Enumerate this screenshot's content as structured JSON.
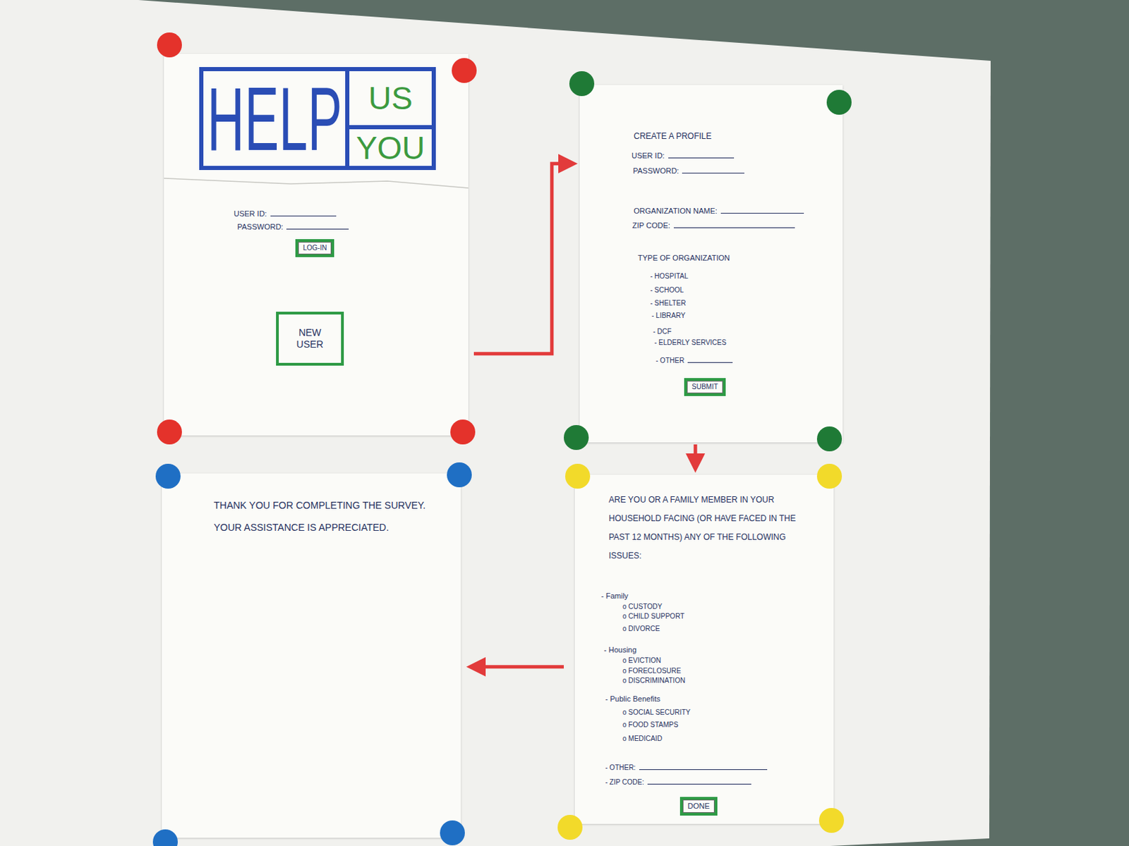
{
  "diagram": {
    "nodes": [
      {
        "text": [
          "USER ID:",
          "PASSWORD:"
        ]
      },
      {
        "text": [
          "HELP",
          "US",
          "YOU"
        ],
        "in": 0
      },
      {
        "text": [
          "LOG-IN"
        ],
        "in": 0
      },
      {
        "text": [
          "NEW USER"
        ],
        "in": 0
      },
      {
        "text": [
          "CREATE A PROFILE",
          "USER ID:",
          "PASSWORD:",
          "ORGANIZATION NAME:",
          "ZIP CODE:",
          "TYPE OF ORGANIZATION",
          "- HOSPITAL",
          "- SCHOOL",
          "- SHELTER",
          "- LIBRARY",
          "- DCF",
          "- ELDERLY SERVICES",
          "- OTHER"
        ]
      },
      {
        "text": [
          "SUBMIT"
        ],
        "in": 4
      },
      {
        "text": [
          "ARE YOU OR A FAMILY MEMBER IN YOUR HOUSEHOLD FACING (OR HAVE FACED IN THE PAST 12 MONTHS) ANY OF THE FOLLOWING ISSUES:",
          "- Family",
          "o CUSTODY",
          "o CHILD SUPPORT",
          "o DIVORCE",
          "- Housing",
          "o EVICTION",
          "o FORECLOSURE",
          "o DISCRIMINATION",
          "- Public Benefits",
          "o SOCIAL SECURITY",
          "o FOOD STAMPS",
          "o MEDICAID",
          "- OTHER:",
          "- ZIP CODE:"
        ]
      },
      {
        "text": [
          "DONE"
        ],
        "in": 6
      },
      {
        "text": [
          "THANK YOU FOR COMPLETING THE SURVEY. YOUR ASSISTANCE IS APPRECIATED."
        ]
      }
    ],
    "edges": [
      {
        "from": 0,
        "to": 4,
        "arrow": "to"
      },
      {
        "from": 4,
        "to": 6,
        "arrow": "to"
      },
      {
        "from": 6,
        "to": 8,
        "arrow": "to"
      }
    ]
  }
}
